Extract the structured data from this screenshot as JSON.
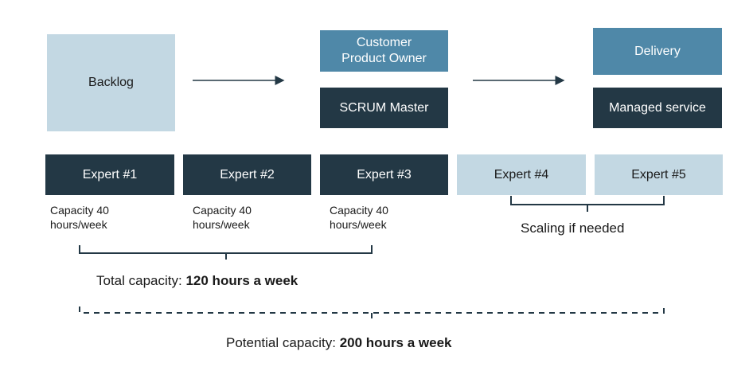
{
  "backlog": "Backlog",
  "roles": {
    "customer_product_owner": "Customer\nProduct Owner",
    "scrum_master": "SCRUM Master",
    "delivery": "Delivery",
    "managed_service": "Managed service"
  },
  "experts": [
    "Expert #1",
    "Expert #2",
    "Expert #3",
    "Expert #4",
    "Expert #5"
  ],
  "capacity_note": "Capacity 40\nhours/week",
  "scaling": "Scaling if needed",
  "total": {
    "label": "Total capacity:",
    "value": "120 hours a week"
  },
  "potential": {
    "label": "Potential capacity:",
    "value": "200 hours a week"
  },
  "colors": {
    "dark": "#233845",
    "light": "#c3d8e3",
    "mid": "#4f88a8"
  }
}
